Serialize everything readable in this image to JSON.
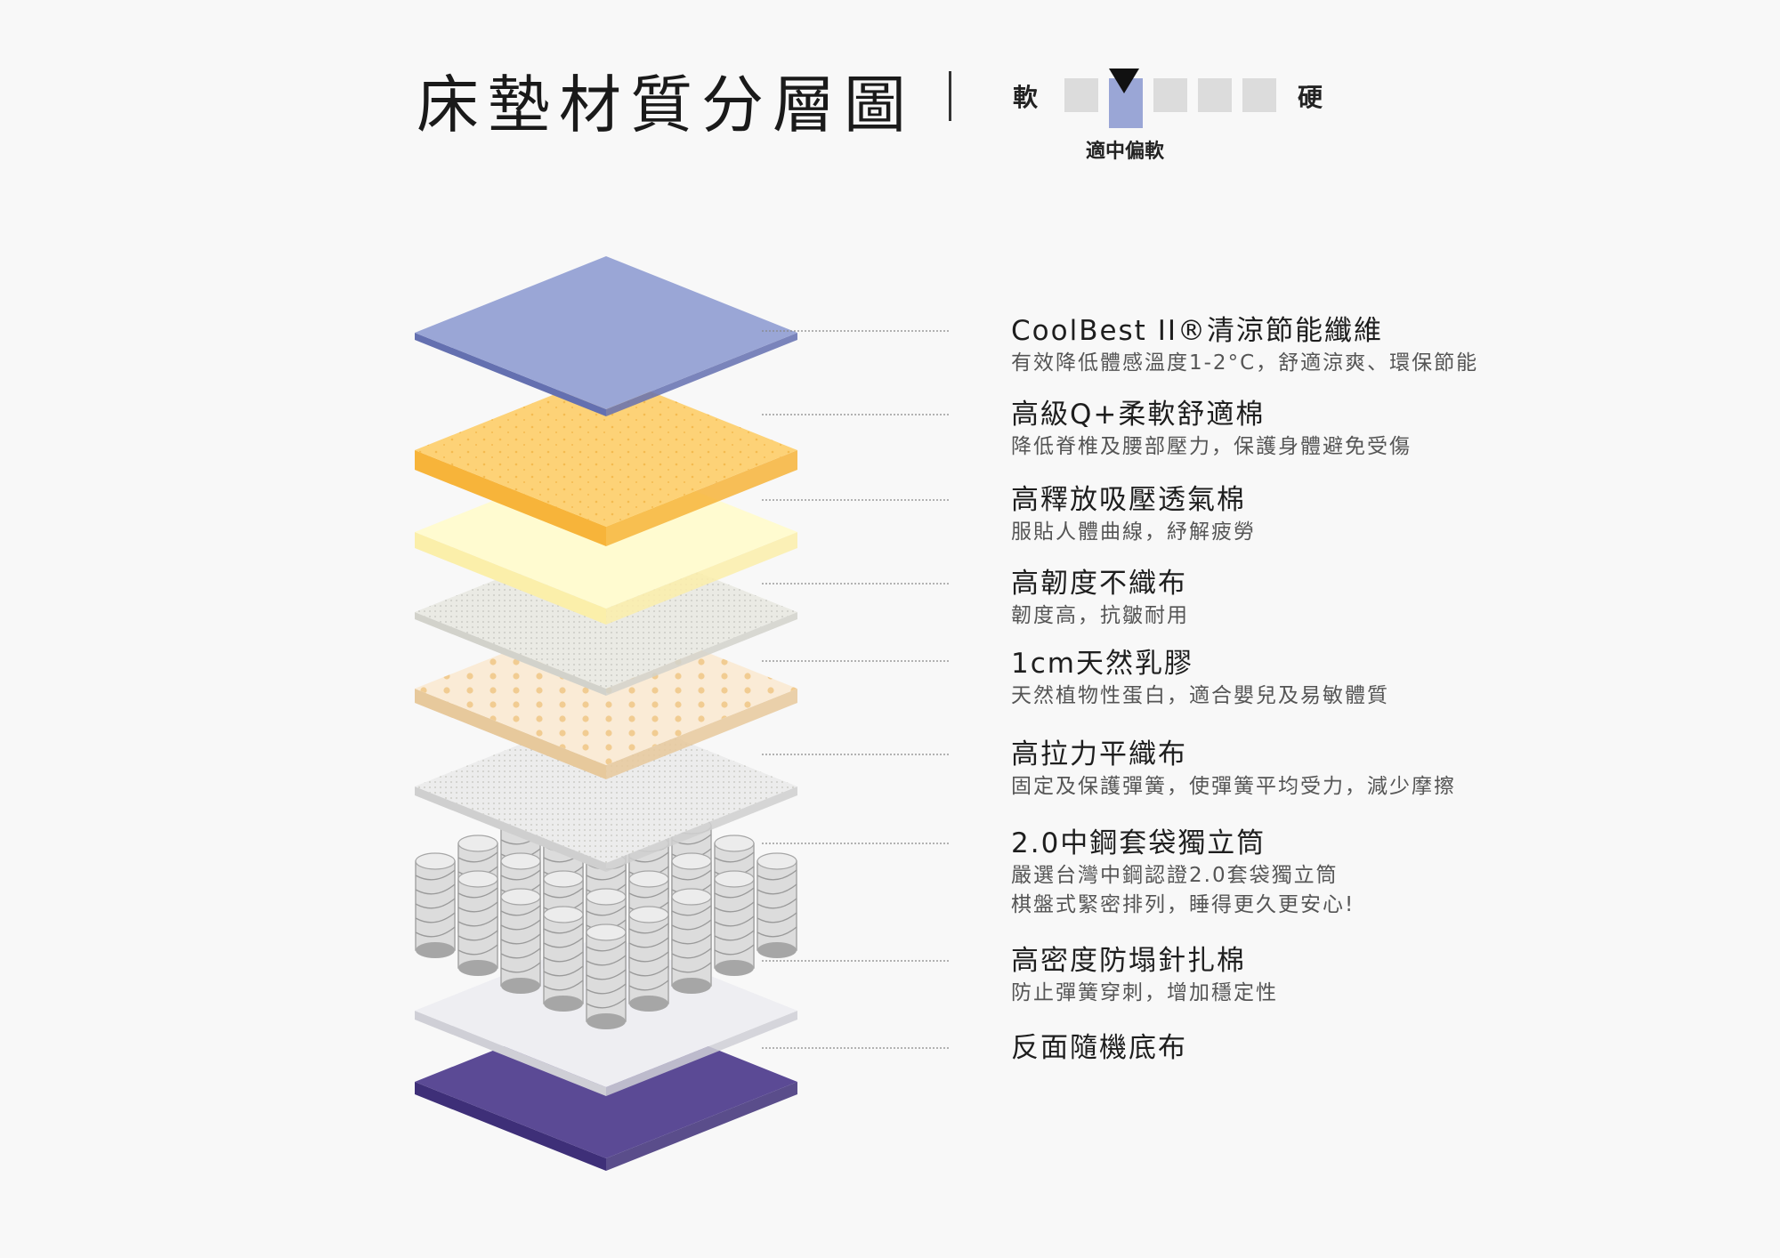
{
  "title": "床墊材質分層圖",
  "firmness": {
    "soft_label": "軟",
    "hard_label": "硬",
    "level_text": "適中偏軟",
    "levels": 5,
    "selected": 2,
    "active_color": "#9aa6d6",
    "inactive_color": "#dcdcdc"
  },
  "layers": [
    {
      "name": "CoolBest II®清涼節能纖維",
      "desc": [
        "有效降低體感溫度1-2°C，舒適涼爽、環保節能"
      ],
      "color": "#9aa6d6",
      "side_color": "#6470b0"
    },
    {
      "name": "高級Q+柔軟舒適棉",
      "desc": [
        "降低脊椎及腰部壓力，保護身體避免受傷"
      ],
      "color": "#fdd277",
      "side_color": "#f7b43a"
    },
    {
      "name": "高釋放吸壓透氣棉",
      "desc": [
        "服貼人體曲線，紓解疲勞"
      ],
      "color": "#fffbd0",
      "side_color": "#fbefaa"
    },
    {
      "name": "高韌度不織布",
      "desc": [
        "韌度高，抗皺耐用"
      ],
      "color": "#eaeae4",
      "side_color": "#d2d2cb"
    },
    {
      "name": "1cm天然乳膠",
      "desc": [
        "天然植物性蛋白，適合嬰兒及易敏體質"
      ],
      "color": "#faebd6",
      "side_color": "#e7c99c"
    },
    {
      "name": "高拉力平織布",
      "desc": [
        "固定及保護彈簧，使彈簧平均受力，減少摩擦"
      ],
      "color": "#ececec",
      "side_color": "#cfcfcf"
    },
    {
      "name": "2.0中鋼套袋獨立筒",
      "desc": [
        "嚴選台灣中鋼認證2.0套袋獨立筒",
        "棋盤式緊密排列，睡得更久更安心!"
      ],
      "color": "#dcdcdc",
      "side_color": "#a6a6a6"
    },
    {
      "name": "高密度防塌針扎棉",
      "desc": [
        "防止彈簧穿刺，增加穩定性"
      ],
      "color": "#eeeef2",
      "side_color": "#cfcfd6"
    },
    {
      "name": "反面隨機底布",
      "desc": [],
      "color": "#5b4a95",
      "side_color": "#3e2f78"
    }
  ]
}
